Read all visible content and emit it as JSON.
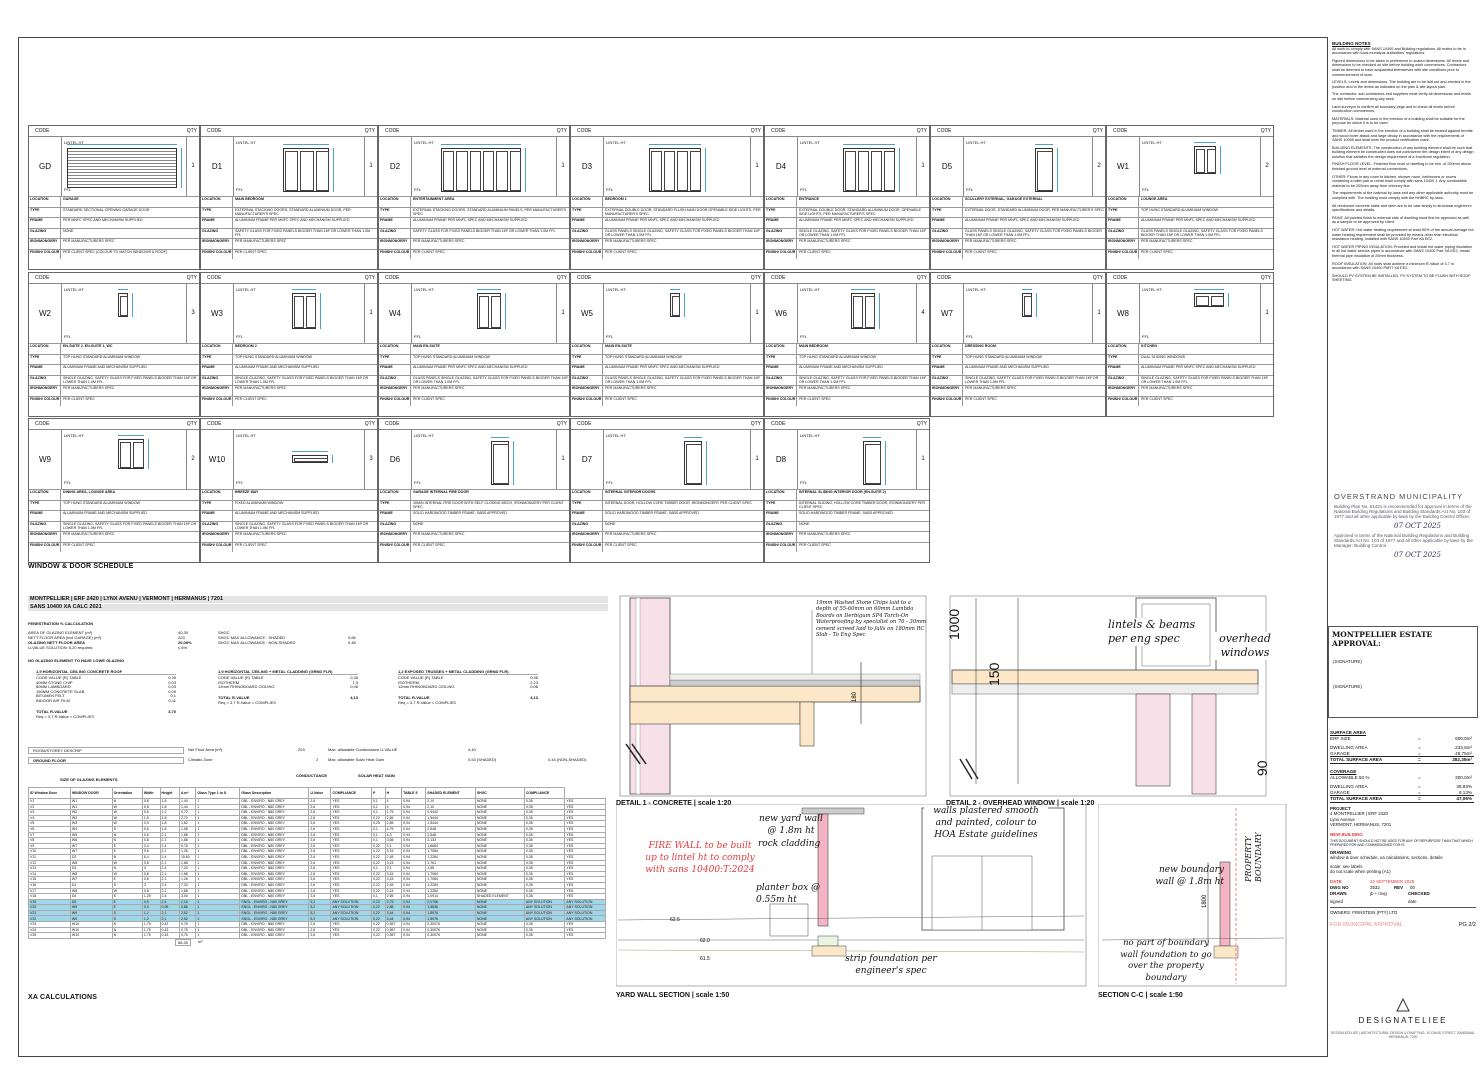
{
  "top_header": "",
  "schedule": {
    "title": "WINDOW & DOOR SCHEDULE",
    "col_code": "CODE",
    "col_qty": "QTY",
    "lintel": "LINTEL HT",
    "ffl": "FFL",
    "labels": {
      "location": "LOCATION",
      "type": "TYPE",
      "frame": "FRAME",
      "glazing": "GLAZING",
      "iron": "IRONMONGERY",
      "finish": "FINISH/ COLOUR"
    },
    "row1": [
      {
        "code": "GD",
        "qty": "1",
        "location": "GARAGE",
        "type": "STANDARD SECTIONAL OPENING GARAGE DOOR",
        "frame": "PER MNFC SPEC AND MECHANISM SUPPLIED",
        "glazing": "NONE",
        "iron": "PER MANUFACTURERS SPEC",
        "finish": "PER CLIENT SPEC (COLOUR TO MATCH WINDOWS & ROOF)"
      },
      {
        "code": "D1",
        "qty": "1",
        "location": "MAIN BEDROOM",
        "type": "EXTERNAL STACKING DOORS, STANDARD ALUMINIUM DOOR, PER MANUFACTURER'S SPEC",
        "frame": "ALUMINIUM FRAME PER MNFC SPEC AND MECHANISM SUPPLIED",
        "glazing": "SAFETY GLASS FOR FIXED PANELS BIGGER THAN 1M² OR LOWER THAN 1.0M FFL",
        "iron": "PER MANUFACTURERS SPEC",
        "finish": "PER CLIENT SPEC"
      },
      {
        "code": "D2",
        "qty": "1",
        "location": "ENTERTAINMENT AREA",
        "type": "EXTERNAL STACKING DOORS, STANDARD ALUMINIUM PANELS, PER MANUFACTURER'S SPEC",
        "frame": "ALUMINIUM FRAME PER MNFC SPEC AND MECHANISM SUPPLIED",
        "glazing": "SAFETY GLASS FOR FIXED PANELS BIGGER THAN 1M² OR LOWER THAN 1.0M FFL",
        "iron": "PER MANUFACTURERS SPEC",
        "finish": "PER CLIENT SPEC"
      },
      {
        "code": "D3",
        "qty": "1",
        "location": "BEDROOM 1",
        "type": "EXTERNAL DOUBLE DOOR, STANDARD FLUSH MAIN DOOR OPENABLE SIDE LIGHTS, PER MANUFACTURER'S SPEC",
        "frame": "ALUMINIUM FRAME PER MNFC SPEC AND MECHANISM SUPPLIED",
        "glazing": "GLASS PANELS SINGLE GLAZING, SAFETY GLASS FOR FIXED PANELS BIGGER THAN 1M² OR LOWER THAN 1.0M FFL",
        "iron": "PER MANUFACTURERS SPEC",
        "finish": "PER CLIENT SPEC"
      },
      {
        "code": "D4",
        "qty": "1",
        "location": "ENTRANCE",
        "type": "EXTERNAL DOUBLE DOOR, STANDARD ALUMINIUM DOOR, OPENABLE SIDE LIGHTS, PER MANUFACTURER'S SPEC",
        "frame": "ALUMINIUM FRAME PER MNFC SPEC AND MECHANISM SUPPLIED",
        "glazing": "SINGLE GLAZING, SAFETY GLASS FOR FIXED PANELS BIGGER THAN 1M² OR LOWER THAN 1.0M FFL",
        "iron": "PER MANUFACTURERS SPEC",
        "finish": "PER CLIENT SPEC"
      },
      {
        "code": "D5",
        "qty": "2",
        "location": "SCULLERY EXTERNAL, GARAGE EXTERNAL",
        "type": "EXTERNAL DOOR, STANDARD ALUMINIUM DOOR, PER MANUFACTURER'S SPEC",
        "frame": "ALUMINIUM FRAME PER MNFC SPEC AND MECHANISM SUPPLIED",
        "glazing": "GLASS PANELS SINGLE GLAZING, SAFETY GLASS FOR FIXED PANELS BIGGER THAN 1M² OR LOWER THAN 1.0M FFL",
        "iron": "PER MANUFACTURERS SPEC",
        "finish": "PER CLIENT SPEC"
      },
      {
        "code": "W1",
        "qty": "2",
        "location": "LOUNGE AREA",
        "type": "TOP HUNG STANDARD ALUMINIUM WINDOW",
        "frame": "ALUMINIUM FRAME PER MNFC SPEC AND MECHANISM SUPPLIED",
        "glazing": "GLASS PANELS SINGLE GLAZING, SAFETY GLASS FOR FIXED PANELS BIGGER THAN 1M² OR LOWER THAN 1.0M FFL",
        "iron": "PER MANUFACTURERS SPEC",
        "finish": "PER CLIENT SPEC"
      }
    ],
    "row2": [
      {
        "code": "W2",
        "qty": "3",
        "location": "EN-SUITE 2, EN-SUITE 1, WC",
        "type": "TOP HUNG STANDARD ALUMINIUM WINDOW",
        "frame": "ALUMINIUM FRAME AND MECHANISM SUPPLIED",
        "glazing": "SINGLE GLAZING, SAFETY GLASS FOR FIXED PANELS BIGGER THAN 1M² OR LOWER THAN 1.0M FFL",
        "iron": "PER MANUFACTURERS SPEC",
        "finish": "PER CLIENT SPEC"
      },
      {
        "code": "W3",
        "qty": "1",
        "location": "BEDROOM 2",
        "type": "TOP HUNG STANDARD ALUMINIUM WINDOW",
        "frame": "ALUMINIUM FRAME AND MECHANISM SUPPLIED",
        "glazing": "SINGLE GLAZING, SAFETY GLASS FOR FIXED PANELS BIGGER THAN 1M² OR LOWER THAN 1.0M FFL",
        "iron": "PER MANUFACTURERS SPEC",
        "finish": "PER CLIENT SPEC"
      },
      {
        "code": "W4",
        "qty": "1",
        "location": "MAIN EN-SUITE",
        "type": "TOP HUNG STANDARD ALUMINIUM WINDOW",
        "frame": "ALUMINIUM FRAME PER MNFC SPEC AND MECHANISM SUPPLIED",
        "glazing": "GLASS PANELS SINGLE GLAZING, SAFETY GLASS FOR FIXED PANELS BIGGER THAN 1M² OR LOWER THAN 1.0M FFL",
        "iron": "PER MANUFACTURERS SPEC",
        "finish": "PER CLIENT SPEC"
      },
      {
        "code": "W5",
        "qty": "1",
        "location": "MAIN EN-SUITE",
        "type": "TOP HUNG STANDARD ALUMINIUM WINDOW",
        "frame": "ALUMINIUM FRAME PER MNFC SPEC AND MECHANISM SUPPLIED",
        "glazing": "GLASS PANELS SINGLE GLAZING, SAFETY GLASS FOR FIXED PANELS BIGGER THAN 1M² OR LOWER THAN 1.0M FFL",
        "iron": "PER MANUFACTURERS SPEC",
        "finish": "PER CLIENT SPEC"
      },
      {
        "code": "W6",
        "qty": "4",
        "location": "MAIN BEDROOM",
        "type": "TOP HUNG STANDARD ALUMINIUM WINDOW",
        "frame": "ALUMINIUM FRAME AND MECHANISM SUPPLIED",
        "glazing": "SINGLE GLAZING, SAFETY GLASS FOR FIXED PANELS BIGGER THAN 1M² OR LOWER THAN 1.0M FFL",
        "iron": "PER MANUFACTURERS SPEC",
        "finish": "PER CLIENT SPEC"
      },
      {
        "code": "W7",
        "qty": "1",
        "location": "DRESSING ROOM",
        "type": "TOP HUNG STANDARD ALUMINIUM WINDOW",
        "frame": "ALUMINIUM FRAME AND MECHANISM SUPPLIED",
        "glazing": "SINGLE GLAZING, SAFETY GLASS FOR FIXED PANELS BIGGER THAN 1M² OR LOWER THAN 1.0M FFL",
        "iron": "PER MANUFACTURERS SPEC",
        "finish": "PER CLIENT SPEC"
      },
      {
        "code": "W8",
        "qty": "1",
        "location": "KITCHEN",
        "type": "DUAL SLIDING WINDOWS",
        "frame": "ALUMINIUM FRAME PER MNFC SPEC AND MECHANISM SUPPLIED",
        "glazing": "SINGLE GLAZING, SAFETY GLASS FOR FIXED PANELS BIGGER THAN 1M² OR LOWER THAN 1.0M FFL",
        "iron": "PER MANUFACTURERS SPEC",
        "finish": "PER CLIENT SPEC"
      }
    ],
    "row3": [
      {
        "code": "W9",
        "qty": "2",
        "location": "DINING AREA, LOUNGE AREA",
        "type": "TOP HUNG STANDARD ALUMINIUM WINDOW",
        "frame": "ALUMINIUM FRAME AND MECHANISM SUPPLIED",
        "glazing": "SINGLE GLAZING, SAFETY GLASS FOR FIXED PANELS BIGGER THAN 1M² OR LOWER THAN 1.0M FFL",
        "iron": "PER MANUFACTURERS SPEC",
        "finish": "PER CLIENT SPEC"
      },
      {
        "code": "W10",
        "qty": "3",
        "location": "BREEZE WAY",
        "type": "FIXED ALUMINIUM WINDOW",
        "frame": "ALUMINIUM FRAME AND MECHANISM SUPPLIED",
        "glazing": "SINGLE GLAZING, SAFETY GLASS FOR FIXED PANELS BIGGER THAN 1M² OR LOWER THAN 1.0M FFL",
        "iron": "PER MANUFACTURERS SPEC",
        "finish": "PER CLIENT SPEC"
      },
      {
        "code": "D6",
        "qty": "1",
        "location": "GARAGE INTERNAL FIRE DOOR",
        "type": "30MIN INTERNAL FIRE DOOR WITH SELF CLOSING MECH, IRONMONGERY PER CLIENT SPEC",
        "frame": "SOLID HARDWOOD TIMBER FRAME, SABS APPROVED",
        "glazing": "NONE",
        "iron": "PER MANUFACTURERS SPEC",
        "finish": "PER CLIENT SPEC"
      },
      {
        "code": "D7",
        "qty": "1",
        "location": "INTERNAL INTERIOR DOORS",
        "type": "INTERNAL DOOR, HOLLOW CORE TIMBER DOOR, IRONMONGERY PER CLIENT SPEC",
        "frame": "SOLID HARDWOOD TIMBER FRAME, SABS APPROVED",
        "glazing": "NONE",
        "iron": "PER MANUFACTURERS SPEC",
        "finish": "PER CLIENT SPEC"
      },
      {
        "code": "D8",
        "qty": "1",
        "location": "INTERNAL SLIDING INTERIOR DOOR (EN-SUITE 2)",
        "type": "INTERNAL SLIDING, HOLLOW CORE TIMBER DOOR, IRONMONGERY PER CLIENT SPEC",
        "frame": "SOLID HARDWOOD TIMBER FRAME, SABS APPROVED",
        "glazing": "NONE",
        "iron": "PER MANUFACTURERS SPEC",
        "finish": "PER CLIENT SPEC"
      }
    ]
  },
  "calc": {
    "heading1": "MONTPELLIER | ERF 2420 | LYNX AVENU | VERMONT | HERMANUS | 7201",
    "heading2": "SANS 10400 XA CALC 2021",
    "fen_title": "FENESTRATION % CALCULATION",
    "fen_rows": [
      [
        "AREA OF GLAZING ELEMENT (m²)",
        "40,30",
        "SHGC",
        ""
      ],
      [
        "NETT FLOOR AREA (incl GARAGE) (m²)",
        "203",
        "SHGC MAX ALLOWANCE : SHADED",
        "0,66"
      ],
      [
        "GLAZING NETT FLOOR AREA",
        "20,08%",
        "SHGC MAX ALLOWANCE : NON-SHADED",
        "0,48"
      ],
      [
        "U-VALUE SOLUTION: 5,20 required",
        "≤ 6%",
        "",
        ""
      ]
    ],
    "no_glazing": "NO GLAZING ELEMENT TO HAVE LOWE GLAZING",
    "roof_cols": [
      {
        "head": "1,9 HORIZONTAL CEILING CONCRETE ROOF",
        "rows": [
          [
            "CODE VALUE (R) TABLE",
            "0,35"
          ],
          [
            "40MM STONE CHIP",
            "0,03"
          ],
          [
            "80MM LAMBOARD",
            "0,03"
          ],
          [
            "150MM CONCRETE SLAB",
            "0,09"
          ],
          [
            "BITUMEN FELT",
            "0,1"
          ],
          [
            "INDOOR AIR FILM",
            "0,11"
          ]
        ],
        "total": "3,70",
        "req": "Req = 3,7 R-Value = COMPLIES"
      },
      {
        "head": "1,9 HORIZONTAL CEILING + METAL CLADDING (GRND FLR)",
        "rows": [
          [
            "CODE VALUE (R) TABLE",
            "0,35"
          ],
          [
            "ISOTHERM",
            "1,0"
          ],
          [
            "12mm RHINOBOARD CEILING",
            "0,06"
          ]
        ],
        "total": "4,13",
        "req": "Req = 3,7 R-Value = COMPLIES"
      },
      {
        "head": "1,2 EXPOSED TRUSSES + METAL CLADDING (GRND FLR)",
        "rows": [
          [
            "CODE VALUE (R) TABLE",
            "0,35"
          ],
          [
            "ISOTHERM",
            "2,23"
          ],
          [
            "12mm RHINOBOARD CEILING",
            "0,06"
          ]
        ],
        "total": "4,13",
        "req": "Req = 3,7 R-Value = COMPLIES"
      }
    ],
    "room_desc": "ROOM/STOREY DESCRIP",
    "ground_floor": "GROUND FLOOR",
    "nfa_label": "Net Floor Area (m²)",
    "nfa_val": "203",
    "climate_label": "Climatic Zone",
    "climate_val": "2",
    "max_u_label": "Max. allowable Conductance U-VALUE",
    "max_u_val": "4,40",
    "max_shgc_label": "Max. allowable Solar Heat Gain",
    "max_shgc_shaded": "0,53 (SHADED)",
    "max_shgc_non": "0,44 (NON-SHADED)",
    "size_title": "SIZE OF GLAZING ELEMENTS",
    "conductance": "CONDUCTANCE",
    "solar": "SOLAR HEAT GAIN",
    "table_head": [
      "ID Window Door",
      "WINDOW DOOR",
      "Orientation",
      "Width",
      "Height",
      "A m²",
      "Glass Type 1 to 8",
      "Glass Description",
      "U-Value",
      "COMPLIANCE",
      "P",
      "H",
      "TABLE 5",
      "SHADED ELEMENT",
      "SHGC",
      "COMPLIANCE"
    ],
    "total_area": "68,30",
    "area_unit": "m²",
    "section_title": "XA CALCULATIONS"
  },
  "details": {
    "d1_note": "19mm Washed Stone Chips laid to a depth of 55-60mm on 60mm Lambda Boards on Derbigum SP4 Torch-On Waterproofing by specialist on 70 - 30mm cement screed laid to falls on 180mm RC Slab - To Eng Spec",
    "d1_title": "DETAIL 1 - CONCRETE | scale 1:20",
    "d2_a": "lintels & beams per eng spec",
    "d2_b": "overhead windows",
    "d2_dim1": "1000",
    "d2_dim2": "150",
    "d2_dim3": "90",
    "d2_title": "DETAIL 2 - OVERHEAD WINDOW | scale 1:20",
    "yw_new": "new yard wall @ 1.8m ht",
    "yw_rock": "rock cladding",
    "yw_fire": "FIRE WALL to be built up to lintel ht to comply with sans 10400:T:2024",
    "yw_planter": "planter box @ 0.55m ht",
    "yw_strip": "strip foundation per engineer's spec",
    "yw_walls": "walls plastered smooth and painted, colour to HOA Estate guidelines",
    "yw_title": "YARD WALL SECTION | scale 1:50",
    "sc_new": "new boundary wall @ 1.8m ht",
    "sc_prop": "PROPERTY BOUNDARY",
    "sc_no": "no part of boundary wall foundation to go over the property boundary",
    "sc_title": "SECTION C-C | scale 1:50"
  },
  "notes": {
    "heading": "BUILDING NOTES",
    "paras": [
      "All work to comply with SANS 10400 and Building regulations. All mains to be in accordance with local municipal authorities' regulations.",
      "Figured dimensions to be taken in preference to scaled dimensions. All levels and dimensions to be checked on site before building work commences. Contractors shall be deemed to have acquainted themselves with site conditions prior to commencement of work.",
      "LEVELS: Levels and dimensions. The building are to be laid out and erected in the position and to the levels as indicated on the plan & site layout plan.",
      "The contractor, sub-contractors and suppliers must verify all dimensions and levels on site before commencing any work.",
      "Land surveyor to confirm all boundary pegs and to check all levels before construction commences.",
      "MATERIALS: Material used in the erection of a building shall be suitable for the purpose for which it is to be used.",
      "TIMBER: All timber used in the erection of a building shall be treated against termite and wood borer attack and large decay in accordance with the requirements of SANS 10005 and shall bear the product certification mark.",
      "BUILDING ELEMENTS: The construction of any building element shall be such that building element be constructed does not contravene the design intent of any design solution that satisfies the design requirement of a functional regulation.",
      "FINISH FLOOR LEVEL: Finished floor level of dwelling to be min. of 250mm above finished ground level at external connections.",
      "OTHER: Floors in any room to kitchen, shower room, bathrooms or rooms containing a toilet pan or urinal shall comply with sans 10400 J. Any combustible material to be 200mm away from chimney flue.",
      "The requirements of the national by-laws and any other applicable authority must be complied with. The building must comply with the NHBRC by-laws.",
      "All reinforced concrete slabs and stem are to be cast strictly to structural engineer's specifications and details.",
      "PAINT: All painted finish to external side of dwelling must first be approved as well as a sample to be approved by client.",
      "HOT WATER: Hot water heating requirement at least 50% of the annual average hot water heating requirement shall be provided by means other than electrical resistance heating. Installed with SANS 10400 Part XA EE2.",
      "HOT WATER PIPING INSULATION: Provided and install hot water piping insulation to all hot water service pipes in accordance with SANS 10400 Part XA EE2. Install thermal pipe insulation of 25mm thickness.",
      "ROOF INSULATION: All roofs shall achieve a minimum R-Value of 3,7 in accordance with SANS 10400 PART XA EE2.",
      "SHOULD PV SYSTEM BE INSTALLED, PV SYSTEM TO BE FLUSH WITH ROOF SHEETING."
    ],
    "muni": "OVERSTRAND MUNICIPALITY",
    "muni_text": "Building Plan No. 51421 is recommended for approval in terms of the National Building Regulations and Building Standards Act No. 103 of 1977 and all other applicable by-laws by the Building Control Officer.",
    "date1": "07 OCT 2025",
    "date2": "07 OCT 2025",
    "muni_text2": "Approved in terms of the National Building Regulations and Building Standards Act No. 103 of 1977 and all other applicable by-laws by the Manager: Building Control."
  },
  "titleblock": {
    "estate": "MONTPELLIER ESTATE APPROVAL:",
    "sig1": "(SIGNATURE)",
    "sig2": "(SIGNATURE)",
    "surface_area": "SURFACE AREA",
    "erf_size": "ERF SIZE",
    "erf_val": "600,0m²",
    "dwelling_area": "DWELLING AREA",
    "dwelling_val": "233,6m²",
    "garage": "GARAGE",
    "garage_val": "48,75m²",
    "total_sa": "TOTAL SURFACE AREA",
    "total_val": "282,35m²",
    "coverage": "COVERAGE",
    "allowable": "ALLOWABLE 50 %",
    "allowable_val": "300,0m²",
    "dw_pct": "38,93%",
    "ga_pct": "8,13%",
    "total_pct": "47,06%",
    "eq": "=",
    "project": "PROJECT",
    "proj1": "4 MONTPELLIER | ERF 2420",
    "proj2": "Lynx Avenue",
    "proj3": "VERMONT, HERMANUS, 7201",
    "new_building": "NEW BUILDING",
    "warning": "THIS DOCUMENT SHOULD NOT BE USED FOR ANY OF REPURPOSE THAN THAT WHICH PREPARED FOR AND COMMISSIONED FOR IS",
    "drawing": "DRAWING",
    "drawing_desc": "window & door schedule, xa calculations, sections, details",
    "scale": "scale: see labels",
    "scale2": "do not scale when printing (A1)",
    "date_l": "DATE",
    "date_v": "22 SEPTEMBER 2025",
    "dwg_l": "DWG NO",
    "dwg_v": "2532",
    "rev_l": "REV",
    "rev_v": "00",
    "drawn_l": "DRAWN",
    "drawn_v": "jb + mvg",
    "checked": "CHECKED",
    "signed": "signed",
    "date_s": "date",
    "owners": "OWNERS: FRINSTEIN (PTY) LTD",
    "for_muni": "FOR MUNICIPAL APPROVAL",
    "page": "PG 2/2",
    "logo": "DESIGNATELIEE",
    "addr": "DESIGN ATELIEE | ARCHITECTURAL DESIGN & DRAFTING, 10 DAVID STREET, SANDBAAI, HERMANUS, 7200"
  },
  "colors": {
    "dim": "#4aa3c8",
    "fire": "#e23b3b",
    "highlight": "#9fd6ea",
    "wall": "#f2b3c6"
  }
}
